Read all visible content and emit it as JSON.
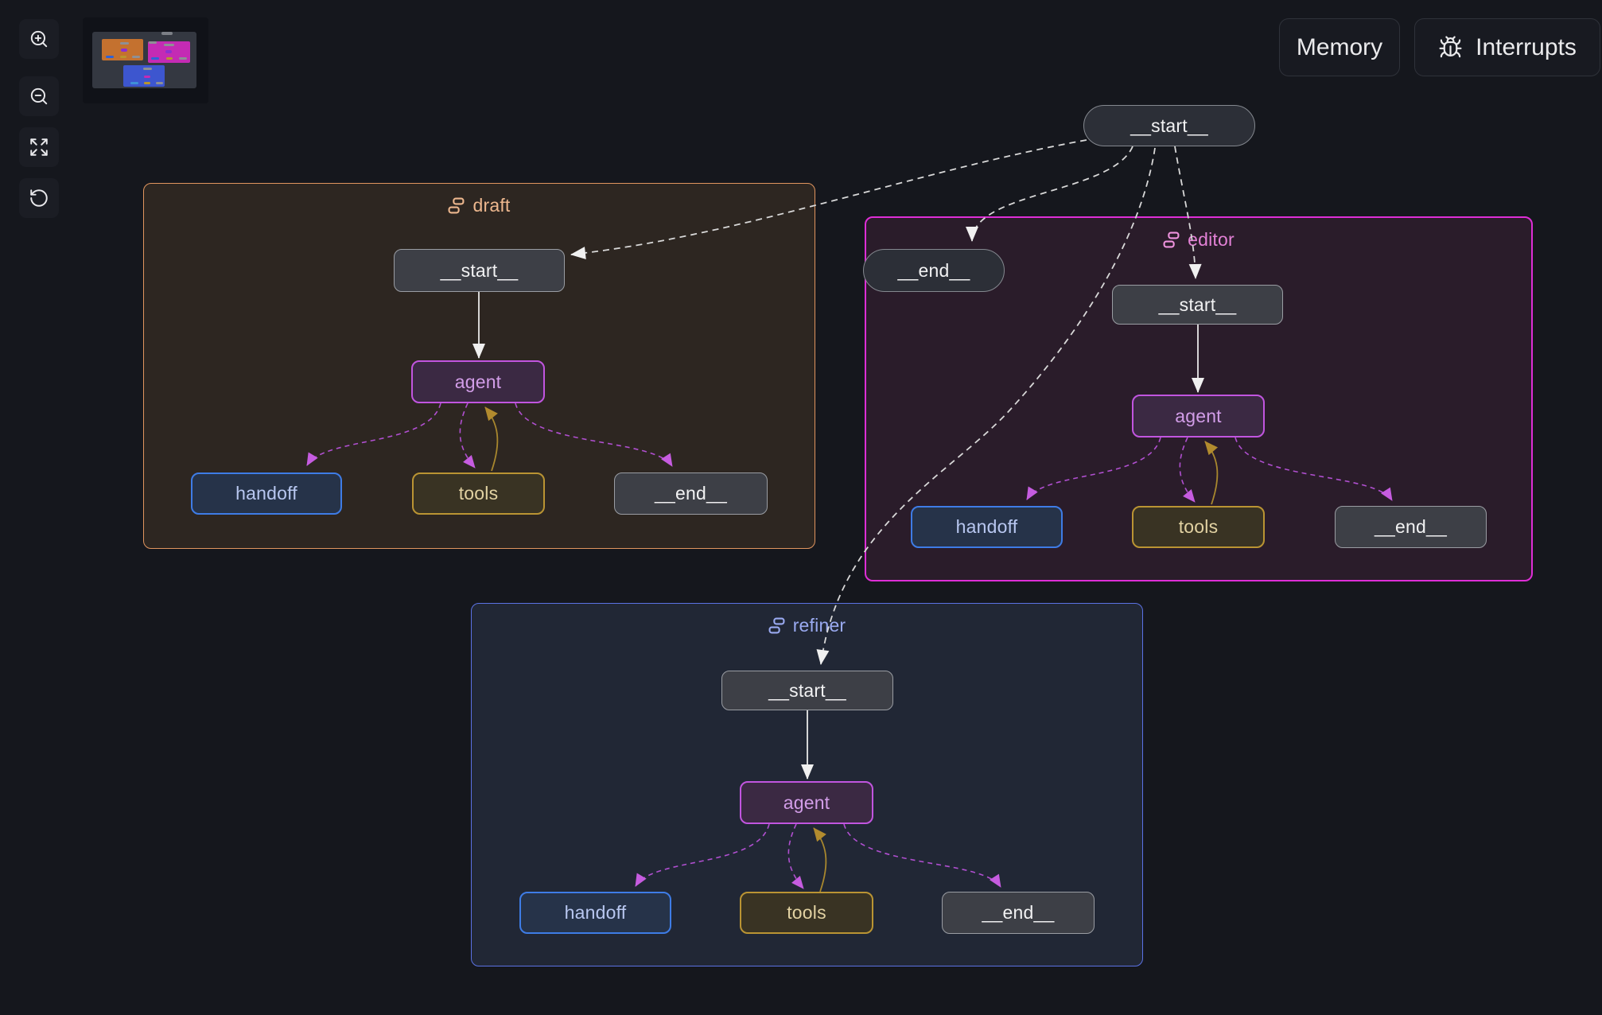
{
  "header": {
    "memory_label": "Memory",
    "interrupts_label": "Interrupts",
    "interrupts_icon": "bug-icon"
  },
  "toolbar": {
    "buttons": [
      {
        "icon": "zoom-in-icon"
      },
      {
        "icon": "zoom-out-icon"
      },
      {
        "icon": "fit-view-icon"
      },
      {
        "icon": "reset-view-icon"
      }
    ]
  },
  "minimap": {
    "icon": "minimap",
    "groups": [
      "draft",
      "editor",
      "refiner"
    ]
  },
  "root_nodes": {
    "start_label": "__start__",
    "end_label": "__end__"
  },
  "node_labels": {
    "start": "__start__",
    "agent": "agent",
    "handoff": "handoff",
    "tools": "tools",
    "end": "__end__"
  },
  "groups": {
    "draft": {
      "label": "draft",
      "accent": "#e0955f",
      "icon": "subgraph-icon"
    },
    "editor": {
      "label": "editor",
      "accent": "#de2ed6",
      "icon": "subgraph-icon"
    },
    "refiner": {
      "label": "refiner",
      "accent": "#5b72e4",
      "icon": "subgraph-icon"
    }
  },
  "colors": {
    "canvas_bg": "#15171d",
    "node_agent_accent": "#c155df",
    "node_handoff_accent": "#3e7ce6",
    "node_tools_accent": "#ba9433",
    "edge_white": "#d8d8d8",
    "edge_purple": "#b04fd0",
    "edge_gold": "#a8872e",
    "minimap_draft": "#c4712f",
    "minimap_editor": "#c42bb4",
    "minimap_refiner": "#3d56cf"
  }
}
